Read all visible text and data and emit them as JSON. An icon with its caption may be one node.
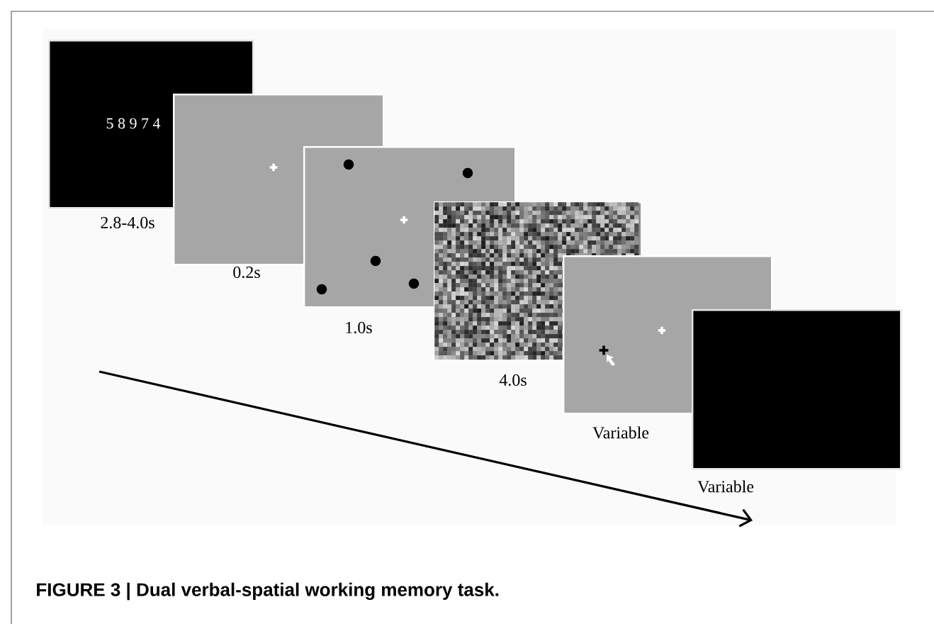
{
  "diagram": {
    "caption": "**FIGURE 3 | Dual verbal-spatial working memory task.**",
    "nodes": [
      {
        "text": [
          "5 8 9 7 4"
        ],
        "beside": [
          "2.8-4.0s"
        ]
      },
      {
        "text": [],
        "shape": "box",
        "beside": [
          "0.2s"
        ]
      },
      {
        "text": [],
        "shape": "box",
        "beside": [
          "1.0s"
        ]
      },
      {
        "text": [],
        "shape": "box",
        "beside": [
          "4.0s"
        ]
      },
      {
        "text": [],
        "shape": "box",
        "beside": [
          "Variable"
        ]
      },
      {
        "text": [],
        "shape": "box",
        "beside": [
          "Variable"
        ]
      }
    ]
  }
}
